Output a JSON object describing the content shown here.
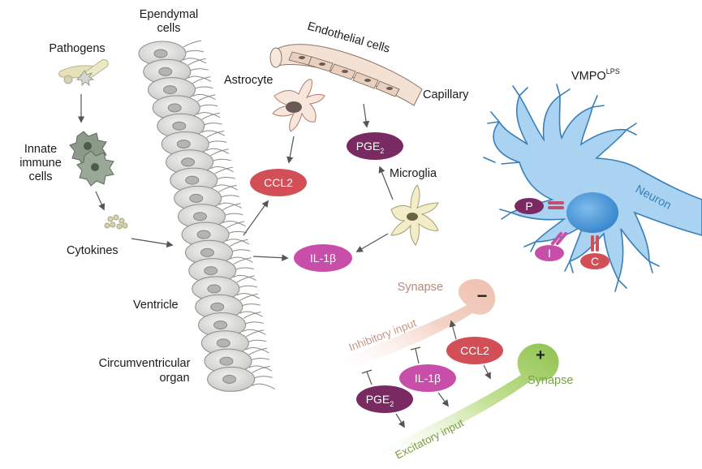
{
  "labels": {
    "pathogens": "Pathogens",
    "ependymal_line1": "Ependymal",
    "ependymal_line2": "cells",
    "endothelial": "Endothelial cells",
    "astrocyte": "Astrocyte",
    "capillary": "Capillary",
    "vmpo_main": "VMPO",
    "vmpo_sup": "LPS",
    "innate_line1": "Innate",
    "innate_line2": "immune",
    "innate_line3": "cells",
    "microglia": "Microglia",
    "neuron": "Neuron",
    "cytokines": "Cytokines",
    "ventricle": "Ventricle",
    "circum_line1": "Circumventricular",
    "circum_line2": "organ"
  },
  "molecules": {
    "ccl2": "CCL2",
    "pge": "PGE",
    "pge_sub": "2",
    "il1b": "IL-1β"
  },
  "receptors": {
    "p": "P",
    "i": "I",
    "c": "C"
  },
  "synapses": {
    "inhibitory_label": "Synapse",
    "inhibitory_sign": "−",
    "inhibitory_input": "Inhibitory input",
    "excitatory_label": "Synapse",
    "excitatory_sign": "+",
    "excitatory_input": "Excitatory input"
  },
  "colors": {
    "ccl2": "#d24f57",
    "pge2": "#7a2a62",
    "il1b": "#c84fa9",
    "neuron": "#a9d3f0",
    "neuron_outline": "#3a7fb8",
    "nucleus": "#4f9ad8",
    "inhibitory": "#f2c8ba",
    "excitatory": "#9bc85a",
    "ependymal": "#d9d9d7"
  }
}
